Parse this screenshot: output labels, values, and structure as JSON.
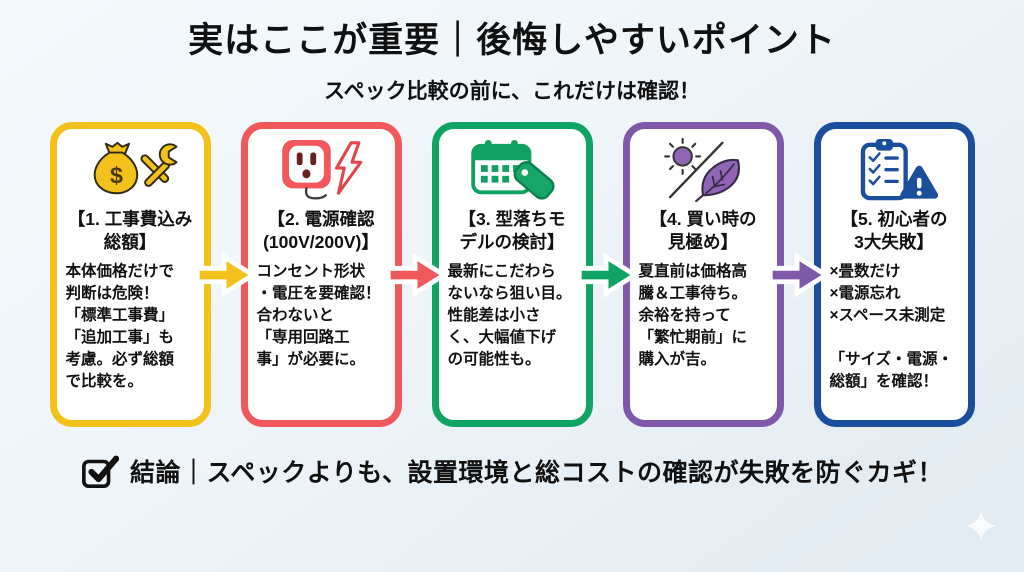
{
  "title": "実はここが重要｜後悔しやすいポイント",
  "subtitle": "スペック比較の前に、これだけは確認！",
  "text_color": "#111111",
  "background": {
    "gradient_start": "#F4FAFC",
    "gradient_end": "#E1EAF1"
  },
  "cards": [
    {
      "number": 1,
      "color": "#F2C11B",
      "icon": "money-bag-tools-icon",
      "heading": "【1. 工事費込み\n総額】",
      "body": "本体価格だけで\n判断は危険！\n「標準工事費」\n「追加工事」も\n考慮。必ず総額\nで比較を。"
    },
    {
      "number": 2,
      "color": "#F0585C",
      "icon": "outlet-lightning-icon",
      "heading": "【2. 電源確認\n(100V/200V)】",
      "body": "コンセント形状\n・電圧を要確認！\n合わないと\n「専用回路工\n事」が必要に。"
    },
    {
      "number": 3,
      "color": "#10A464",
      "icon": "calendar-price-tag-icon",
      "heading": "【3. 型落ちモ\nデルの検討】",
      "body": "最新にこだわら\nないなら狙い目。\n性能差は小さ\nく、大幅値下げ\nの可能性も。"
    },
    {
      "number": 4,
      "color": "#7F58AA",
      "icon": "sun-leaf-season-icon",
      "heading": "【4. 買い時の\n見極め】",
      "body": "夏直前は価格高\n騰＆工事待ち。\n余裕を持って\n「繁忙期前」に\n購入が吉。"
    },
    {
      "number": 5,
      "color": "#1C4E9E",
      "icon": "clipboard-warning-icon",
      "heading": "【5. 初心者の\n3大失敗】",
      "body": "×畳数だけ\n×電源忘れ\n×スペース未測定\n\n「サイズ・電源・\n総額」を確認！"
    }
  ],
  "conclusion": {
    "icon": "checkbox-check-icon",
    "text": "結論｜スペックよりも、設置環境と総コストの確認が失敗を防ぐカギ！"
  },
  "decorations": {
    "sparkle_icon": "four-point-sparkle-icon",
    "sparkle_color": "#FFFFFF"
  }
}
